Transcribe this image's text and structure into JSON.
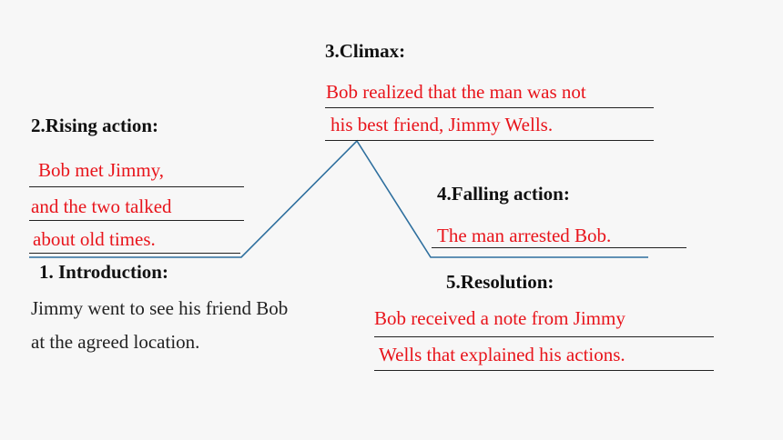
{
  "introduction": {
    "heading": "1. Introduction:",
    "lines": [
      "Jimmy went to see his friend Bob",
      "at the agreed location."
    ]
  },
  "rising_action": {
    "heading": "2.Rising action:",
    "answers": [
      "Bob met Jimmy,",
      "and the two talked",
      "about old times."
    ]
  },
  "climax": {
    "heading": "3.Climax:",
    "answers": [
      "Bob realized that the man was not",
      "his best friend, Jimmy Wells."
    ]
  },
  "falling_action": {
    "heading": "4.Falling action:",
    "answers": [
      "The man arrested Bob."
    ]
  },
  "resolution": {
    "heading": "5.Resolution:",
    "answers": [
      "Bob received a note from Jimmy",
      "Wells that explained his actions."
    ]
  },
  "colors": {
    "background": "#f7f7f7",
    "heading_text": "#111111",
    "answer_text": "#e8141b",
    "plot_line": "#2e6f9e",
    "rule_line": "#222222"
  }
}
